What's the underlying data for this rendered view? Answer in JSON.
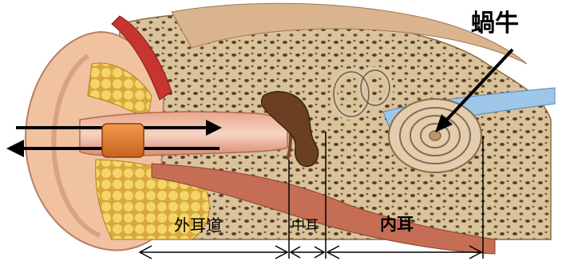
{
  "labels": {
    "cochlea": "蝸牛",
    "outer_ear_canal": "外耳道",
    "middle_ear": "中耳",
    "inner_ear": "内耳"
  },
  "colors": {
    "skin": "#f0c2a0",
    "bone": "#d8c29a",
    "fat": "#f2d56a",
    "cochlea": "#e2cdb0",
    "earplug": "#e07a2a",
    "nerve": "#9ec6e8"
  }
}
